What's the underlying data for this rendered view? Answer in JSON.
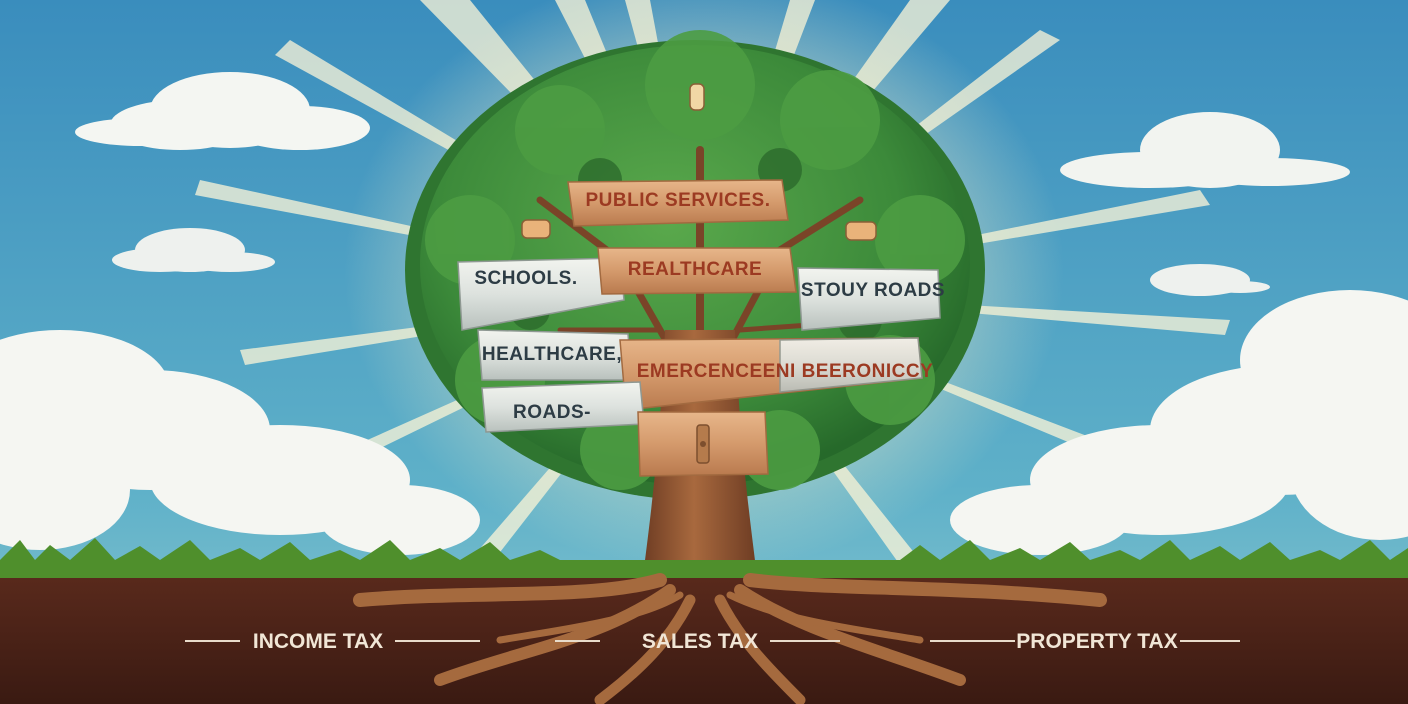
{
  "colors": {
    "sky_top": "#3d8fbf",
    "sky_bottom": "#6cb8cc",
    "foliage": "#3c8a3a",
    "copper_ribbon": "#d49a6c",
    "silver_ribbon": "#dde2de",
    "soil": "#4d2318",
    "grass": "#4f8f2c",
    "trunk": "#8a5232"
  },
  "ribbons": {
    "top": "PUBLIC SERVICES.",
    "left_upper": "SCHOOLS.",
    "center": "REALTHCARE",
    "right_upper": "STOUY ROADS",
    "left_middle": "HEALTHCARE,",
    "bottom_wide": "EMERCENCEENI BEERONICCY",
    "left_lower": "ROADS-"
  },
  "roots": {
    "left": "INCOME TAX",
    "center": "SALES TAX",
    "right": "PROPERTY TAX"
  }
}
